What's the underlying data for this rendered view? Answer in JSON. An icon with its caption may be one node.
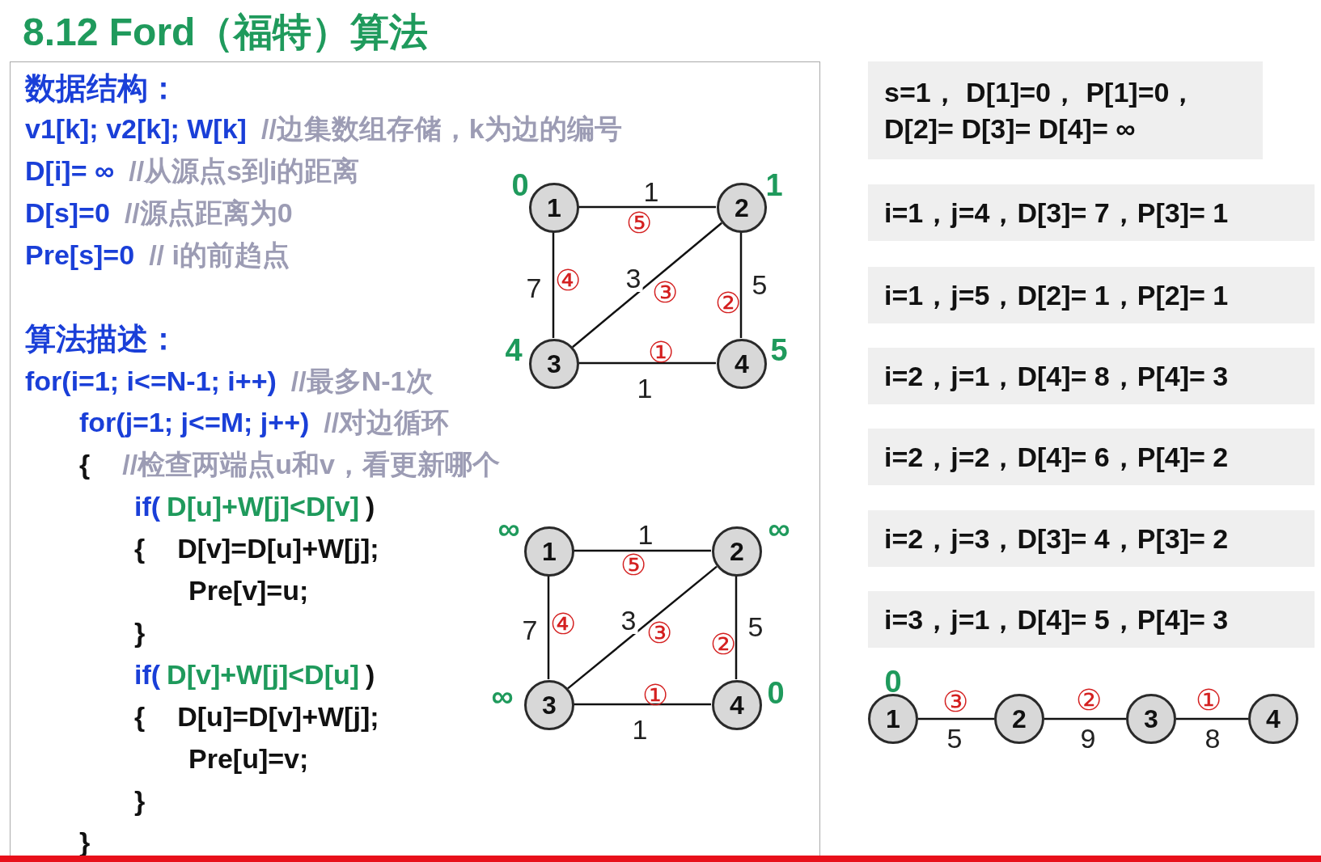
{
  "diagram": {
    "title": "8.12 Ford（福特）算法",
    "nodes": [
      {
        "text": [
          "数据结构：",
          "v1[k]; v2[k]; W[k]",
          "//边集数组存储，k为边的编号",
          "D[i]= ∞",
          "//从源点s到i的距离",
          "D[s]=0",
          "//源点距离为0",
          "Pre[s]=0",
          "// i的前趋点",
          "算法描述：",
          "for(i=1; i<=N-1; i++)",
          "//最多N-1次",
          "for(j=1; j<=M; j++)",
          "//对边循环",
          "{",
          "//检查两端点u和v，看更新哪个",
          "if(",
          "D[u]+W[j]<D[v]",
          ")",
          "{",
          "D[v]=D[u]+W[j];",
          "Pre[v]=u;",
          "}",
          "if(",
          "D[v]+W[j]<D[u]",
          ")",
          "{",
          "D[u]=D[v]+W[j];",
          "Pre[u]=v;",
          "}",
          "}"
        ]
      },
      {
        "text": [
          "1"
        ],
        "in": 0,
        "beside": [
          "0"
        ]
      },
      {
        "text": [
          "2"
        ],
        "in": 0,
        "beside": [
          "1"
        ]
      },
      {
        "text": [
          "3"
        ],
        "in": 0,
        "beside": [
          "4"
        ]
      },
      {
        "text": [
          "4"
        ],
        "in": 0,
        "beside": [
          "5"
        ]
      },
      {
        "text": [
          "1"
        ],
        "in": 0,
        "beside": [
          "∞"
        ]
      },
      {
        "text": [
          "2"
        ],
        "in": 0,
        "beside": [
          "∞"
        ]
      },
      {
        "text": [
          "3"
        ],
        "in": 0,
        "beside": [
          "∞"
        ]
      },
      {
        "text": [
          "4"
        ],
        "in": 0,
        "beside": [
          "0"
        ]
      },
      {
        "text": [
          "s=1， D[1]=0， P[1]=0， D[2]= D[3]= D[4]= ∞"
        ]
      },
      {
        "text": [
          "i=1，j=4，D[3]= 7，P[3]= 1"
        ]
      },
      {
        "text": [
          "i=1，j=5，D[2]= 1，P[2]= 1"
        ]
      },
      {
        "text": [
          "i=2，j=1，D[4]= 8，P[4]= 3"
        ]
      },
      {
        "text": [
          "i=2，j=2，D[4]= 6，P[4]= 2"
        ]
      },
      {
        "text": [
          "i=2，j=3，D[3]= 4，P[3]= 2"
        ]
      },
      {
        "text": [
          "i=3，j=1，D[4]= 5，P[4]= 3"
        ]
      },
      {
        "text": [
          "1"
        ],
        "beside": [
          "0"
        ]
      },
      {
        "text": [
          "2"
        ]
      },
      {
        "text": [
          "3"
        ]
      },
      {
        "text": [
          "4"
        ]
      }
    ],
    "edges": [
      {
        "from": 3,
        "to": 4,
        "arrow": "none",
        "label": "1"
      },
      {
        "from": 2,
        "to": 4,
        "arrow": "none",
        "label": "5"
      },
      {
        "from": 3,
        "to": 2,
        "arrow": "none",
        "label": "3"
      },
      {
        "from": 1,
        "to": 3,
        "arrow": "none",
        "label": "7"
      },
      {
        "from": 1,
        "to": 2,
        "arrow": "none",
        "label": "1"
      },
      {
        "from": 7,
        "to": 8,
        "arrow": "none",
        "label": "1"
      },
      {
        "from": 6,
        "to": 8,
        "arrow": "none",
        "label": "5"
      },
      {
        "from": 7,
        "to": 6,
        "arrow": "none",
        "label": "3"
      },
      {
        "from": 5,
        "to": 7,
        "arrow": "none",
        "label": "7"
      },
      {
        "from": 5,
        "to": 6,
        "arrow": "none",
        "label": "1"
      },
      {
        "from": 16,
        "to": 17,
        "arrow": "none",
        "label": "5"
      },
      {
        "from": 17,
        "to": 18,
        "arrow": "none",
        "label": "9"
      },
      {
        "from": 18,
        "to": 19,
        "arrow": "none",
        "label": "8"
      }
    ],
    "labels": [
      "①",
      "②",
      "③",
      "④",
      "⑤",
      "①",
      "②",
      "③",
      "④",
      "⑤",
      "③",
      "②",
      "①"
    ]
  }
}
